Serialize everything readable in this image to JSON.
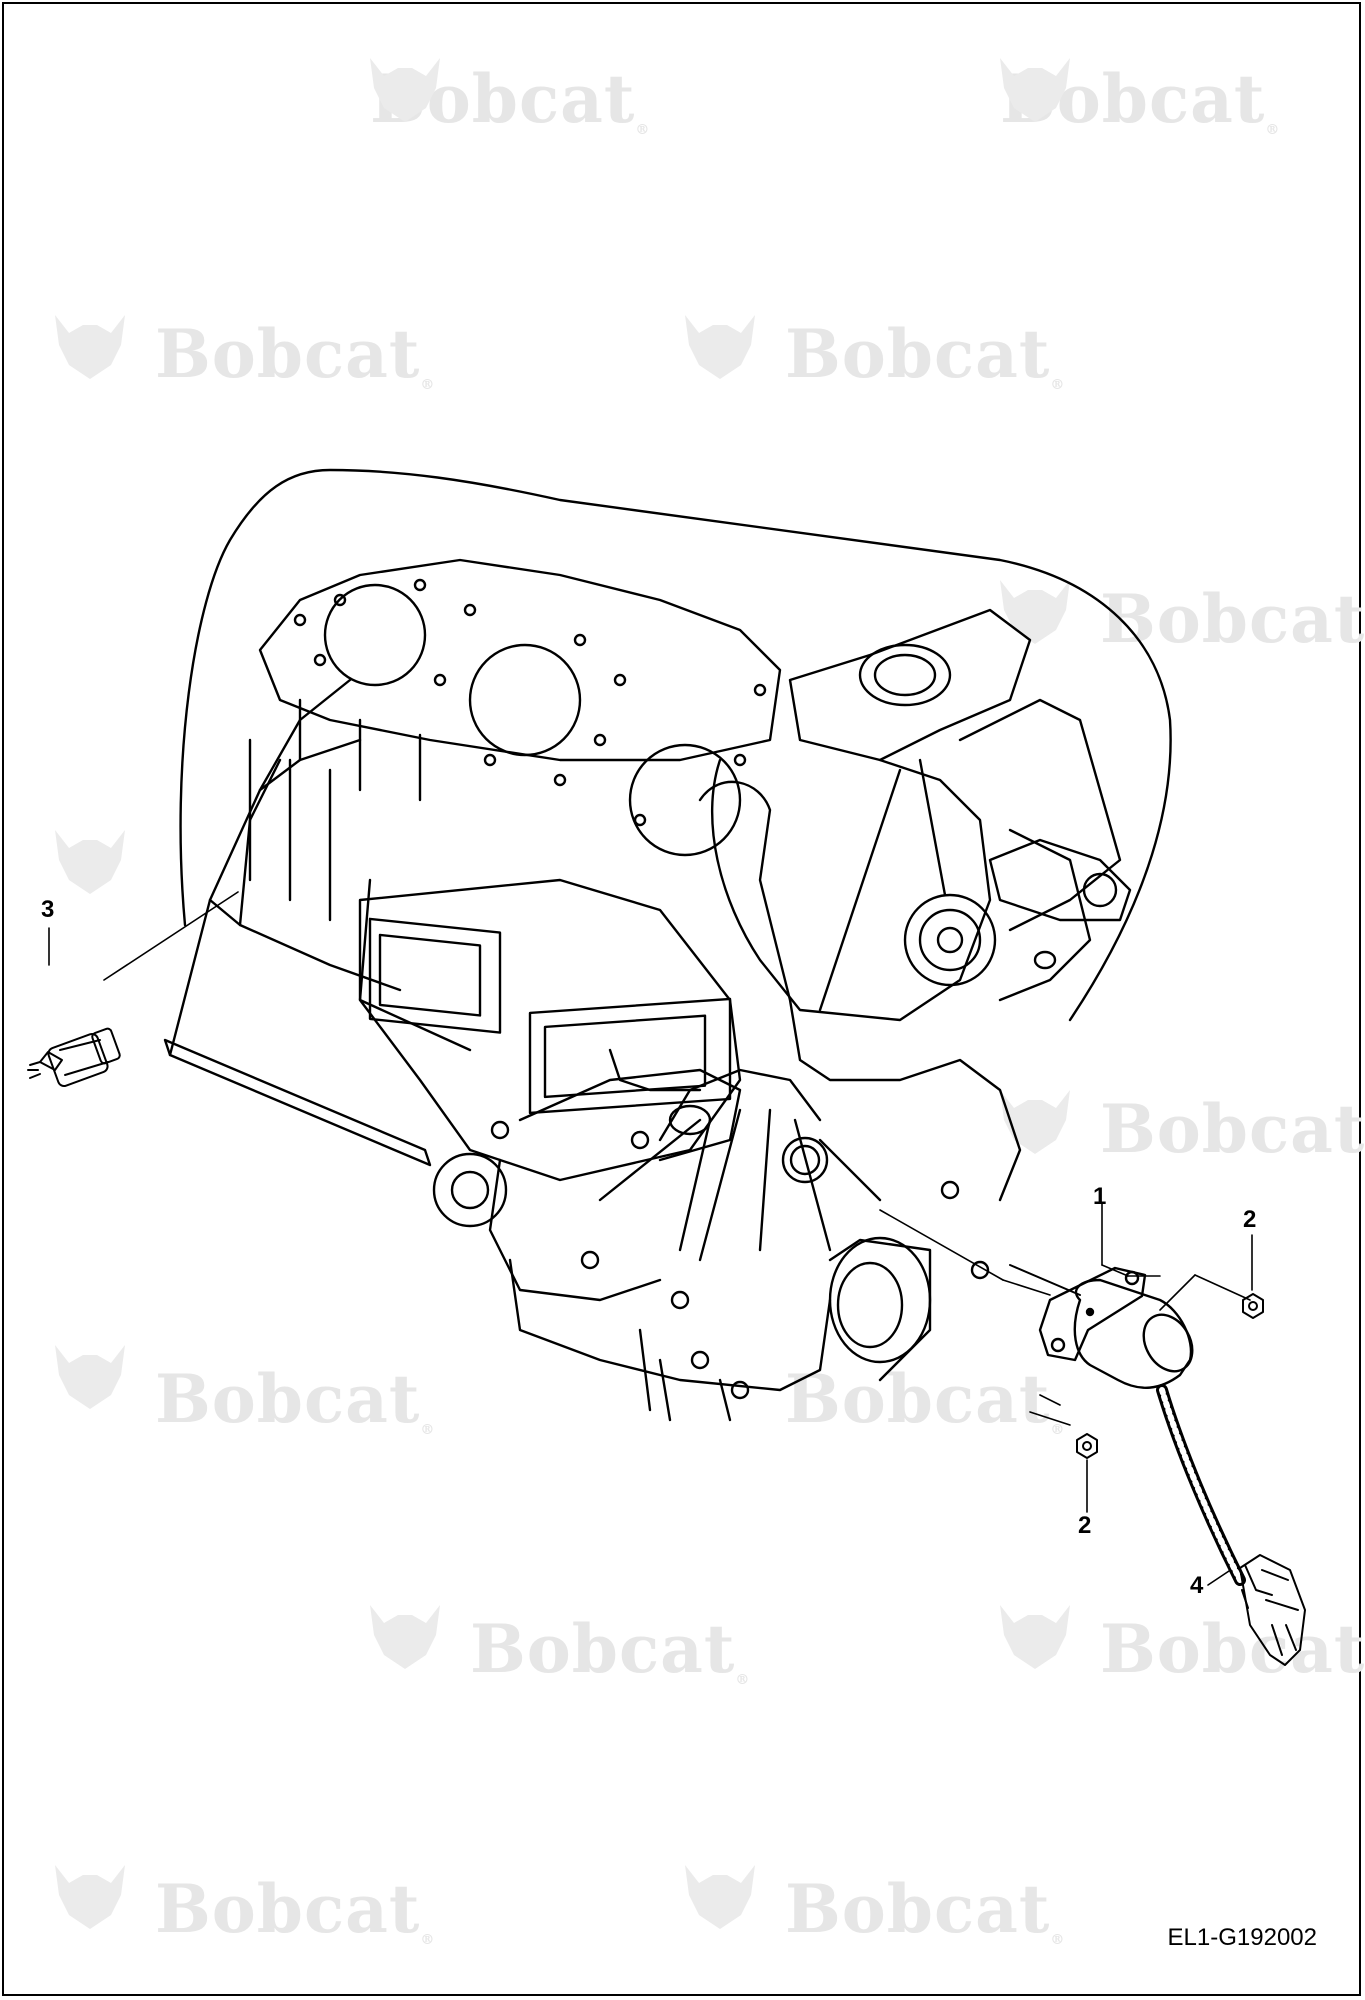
{
  "watermark": {
    "brand": "Bobcat",
    "mark": "®",
    "color": "#e6e6e6"
  },
  "callouts": [
    {
      "id": "1",
      "label": "1"
    },
    {
      "id": "2a",
      "label": "2"
    },
    {
      "id": "2b",
      "label": "2"
    },
    {
      "id": "3",
      "label": "3"
    },
    {
      "id": "4",
      "label": "4"
    }
  ],
  "drawing_code": "EL1-G192002"
}
